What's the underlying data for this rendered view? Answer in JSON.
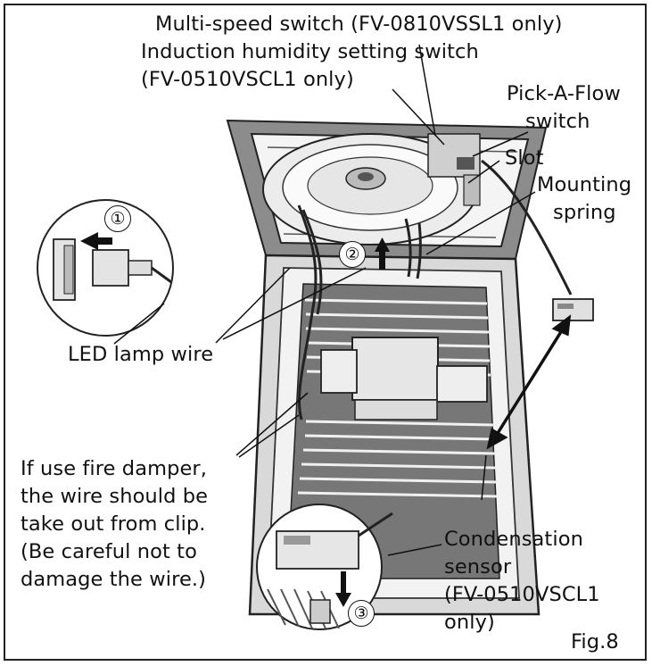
{
  "labels": {
    "multi_speed_line1": "Multi-speed switch (FV-0810VSSL1 only)",
    "humidity_line1": "Induction humidity setting switch",
    "humidity_line2": "(FV-0510VSCL1 only)",
    "pick_a_flow_line1": "Pick-A-Flow",
    "pick_a_flow_line2": "switch",
    "slot": "Slot",
    "mounting_line1": "Mounting",
    "mounting_line2": "spring",
    "led_lamp_wire": "LED lamp wire",
    "fire_damper_lines": [
      "If use fire damper,",
      "the wire should be",
      "take out from clip.",
      "(Be careful not to",
      "damage the wire.)"
    ],
    "condensation_lines": [
      "Condensation",
      "sensor",
      "(FV-0510VSCL1",
      "only)"
    ],
    "figure": "Fig.8"
  },
  "steps": [
    "①",
    "②",
    "③"
  ],
  "colors": {
    "line": "#111111",
    "panel_gray": "#8c8c8c",
    "housing_gray": "#d9d9d9"
  }
}
